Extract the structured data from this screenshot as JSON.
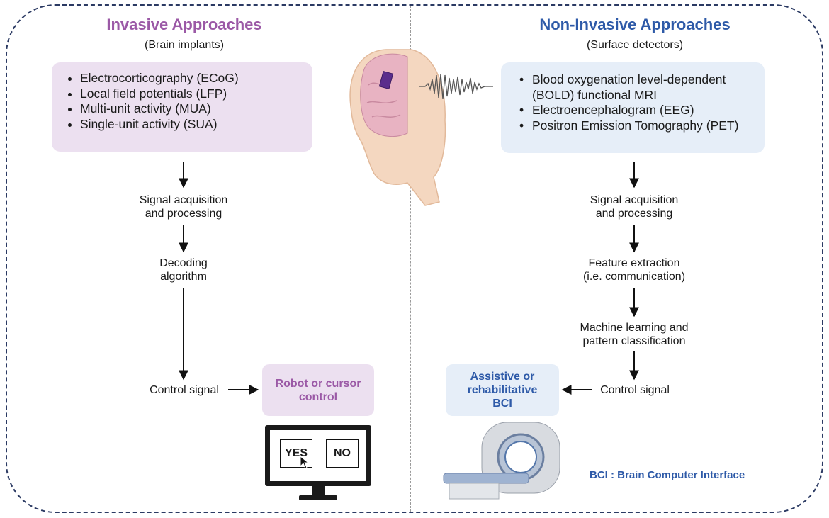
{
  "colors": {
    "invasive": "#9b59a6",
    "noninvasive": "#2e5aa8",
    "invasive_box": "#ece0f0",
    "noninvasive_box": "#e6eef8"
  },
  "invasive": {
    "title": "Invasive Approaches",
    "subtitle": "(Brain implants)",
    "items": [
      "Electrocorticography (ECoG)",
      "Local field potentials (LFP)",
      "Multi-unit activity (MUA)",
      "Single-unit activity (SUA)"
    ],
    "steps": {
      "acq_line1": "Signal acquisition",
      "acq_line2": "and processing",
      "dec_line1": "Decoding",
      "dec_line2": "algorithm",
      "control": "Control signal"
    },
    "result_line1": "Robot or cursor",
    "result_line2": "control",
    "screen": {
      "yes": "YES",
      "no": "NO"
    }
  },
  "noninvasive": {
    "title": "Non-Invasive Approaches",
    "subtitle": "(Surface detectors)",
    "items": [
      "Blood oxygenation level-dependent",
      "(BOLD) functional MRI",
      "Electroencephalogram (EEG)",
      "Positron Emission Tomography (PET)"
    ],
    "steps": {
      "acq_line1": "Signal acquisition",
      "acq_line2": "and processing",
      "feat_line1": "Feature extraction",
      "feat_line2": "(i.e. communication)",
      "ml_line1": "Machine learning and",
      "ml_line2": "pattern classification",
      "control": "Control signal"
    },
    "result_line1": "Assistive or",
    "result_line2": "rehabilitative",
    "result_line3": "BCI"
  },
  "legend": "BCI : Brain Computer Interface"
}
